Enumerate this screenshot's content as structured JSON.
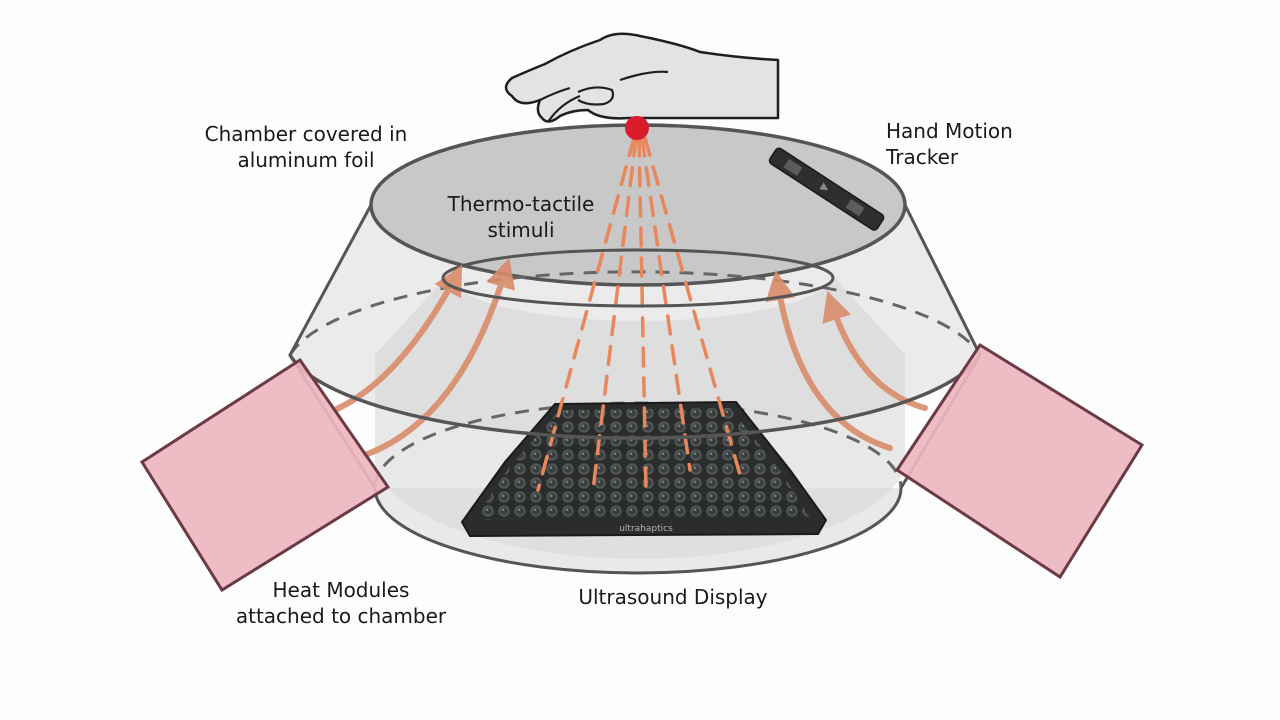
{
  "labels": {
    "chamber": [
      "Chamber covered in",
      "aluminum foil"
    ],
    "hand_motion_tracker": [
      "Hand Motion",
      "Tracker"
    ],
    "thermo_tactile": [
      "Thermo-tactile",
      "stimuli"
    ],
    "heat_modules": [
      "Heat Modules",
      "attached to chamber"
    ],
    "ultrasound_display": "Ultrasound Display",
    "device_brand": "ultrahaptics"
  },
  "colors": {
    "chamber_fill": "#dcdcdc",
    "chamber_stroke": "#555555",
    "heat_module_fill": "#ebb6bf",
    "heat_module_stroke": "#6b3a44",
    "heat_arrow": "#d98b6a",
    "focal_point": "#d91c2c",
    "ultrasound_dash": "#e8875c",
    "display_body": "#2b2d2c",
    "hand_fill": "#e3e3e3"
  }
}
